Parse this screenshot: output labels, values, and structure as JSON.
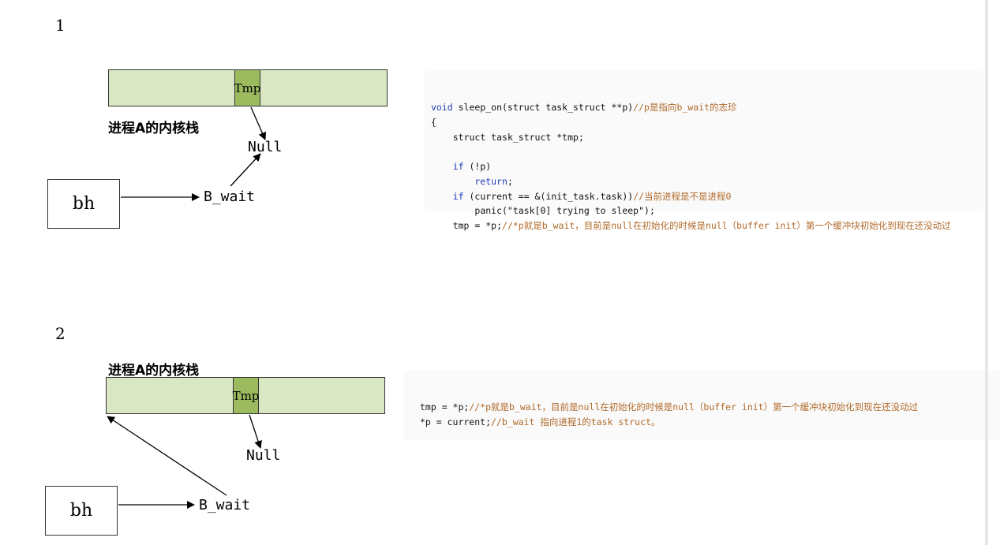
{
  "section1": {
    "number": "1",
    "stack_label": "进程A的内核栈",
    "tmp_label": "Tmp",
    "null_label": "Null",
    "bwait_label": "B_wait",
    "bh_label": "bh",
    "code": [
      {
        "kw": "void ",
        "tx": "sleep_on(struct task_struct **p)",
        "cm": "//p是指向b_wait的志珍"
      },
      {
        "kw": "",
        "tx": "{",
        "cm": ""
      },
      {
        "kw": "    ",
        "tx": "struct task_struct *tmp;",
        "cm": ""
      },
      {
        "kw": "",
        "tx": "",
        "cm": ""
      },
      {
        "kw": "    if ",
        "tx": "(!p)",
        "cm": ""
      },
      {
        "kw": "        return",
        "tx": ";",
        "cm": ""
      },
      {
        "kw": "    if ",
        "tx": "(current == &(init_task.task))",
        "cm": "//当前进程是不是进程0"
      },
      {
        "kw": "        ",
        "tx": "panic(\"task[0] trying to sleep\");",
        "cm": ""
      },
      {
        "kw": "    ",
        "tx": "tmp = *p;",
        "cm": "//*p就是b_wait，目前是null在初始化的时候是null（buffer init）第一个缓冲块初始化到现在还没动过"
      }
    ]
  },
  "section2": {
    "number": "2",
    "stack_label": "进程A的内核栈",
    "tmp_label": "Tmp",
    "null_label": "Null",
    "bwait_label": "B_wait",
    "bh_label": "bh",
    "code": [
      {
        "kw": "",
        "tx": "tmp = *p;",
        "cm": "//*p就是b_wait，目前是null在初始化的时候是null（buffer init）第一个缓冲块初始化到现在还没动过"
      },
      {
        "kw": "",
        "tx": "*p = current;",
        "cm": "//b_wait 指向进程1的task struct。"
      }
    ]
  },
  "colors": {
    "stack_fill": "#d9e7c5",
    "tmp_fill": "#9cbb5f",
    "keyword": "#1f3db6",
    "comment": "#b06a2a"
  }
}
